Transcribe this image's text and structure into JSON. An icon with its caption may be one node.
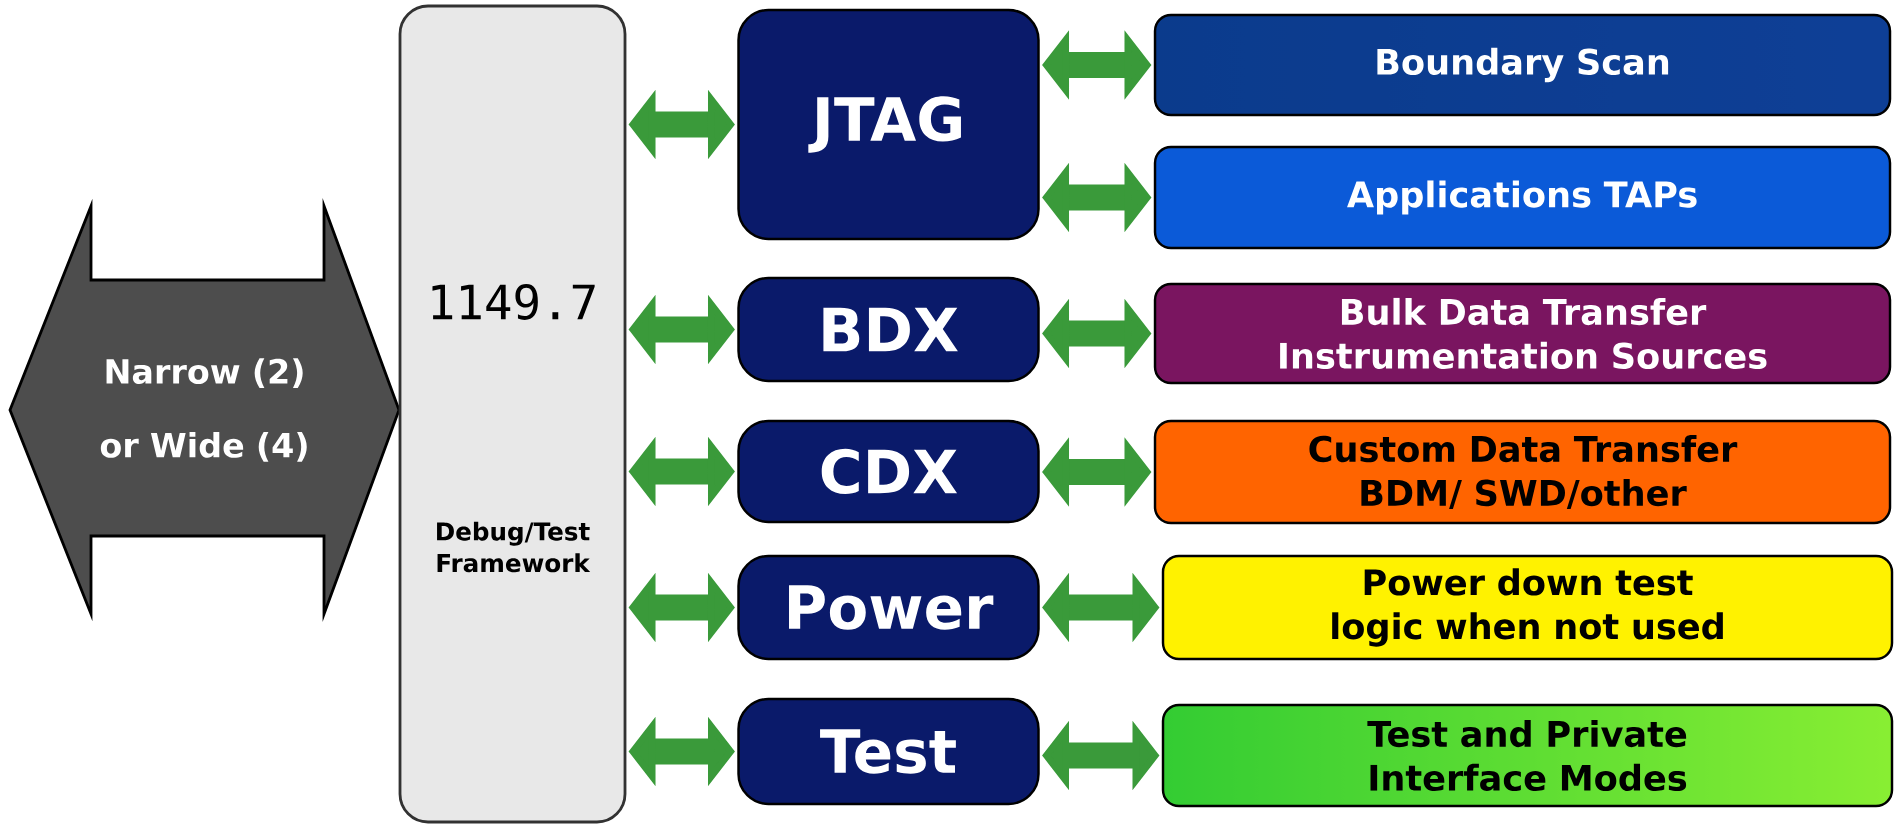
{
  "diagram": {
    "nodes": [
      {
        "text": [
          "Narrow (2) or Wide (4)"
        ]
      },
      {
        "text": [
          "1149.7",
          "Debug/Test Framework"
        ]
      },
      {
        "text": [
          "JTAG"
        ]
      },
      {
        "text": [
          "BDX"
        ]
      },
      {
        "text": [
          "CDX"
        ]
      },
      {
        "text": [
          "Power"
        ]
      },
      {
        "text": [
          "Test"
        ]
      },
      {
        "text": [
          "Boundary Scan"
        ]
      },
      {
        "text": [
          "Applications TAPs"
        ]
      },
      {
        "text": [
          "Bulk Data Transfer Instrumentation Sources"
        ]
      },
      {
        "text": [
          "Custom Data Transfer",
          "BDM/ SWD/other"
        ]
      },
      {
        "text": [
          "Power down test logic when not used"
        ]
      },
      {
        "text": [
          "Test and Private Interface Modes"
        ]
      }
    ],
    "edges": [
      {
        "from": 1,
        "to": 2,
        "arrow": "both"
      },
      {
        "from": 1,
        "to": 3,
        "arrow": "both"
      },
      {
        "from": 1,
        "to": 4,
        "arrow": "both"
      },
      {
        "from": 1,
        "to": 5,
        "arrow": "both"
      },
      {
        "from": 1,
        "to": 6,
        "arrow": "both"
      },
      {
        "from": 2,
        "to": 7,
        "arrow": "both"
      },
      {
        "from": 2,
        "to": 8,
        "arrow": "both"
      },
      {
        "from": 3,
        "to": 9,
        "arrow": "both"
      },
      {
        "from": 4,
        "to": 10,
        "arrow": "both"
      },
      {
        "from": 5,
        "to": 11,
        "arrow": "both"
      },
      {
        "from": 6,
        "to": 12,
        "arrow": "both"
      }
    ]
  }
}
